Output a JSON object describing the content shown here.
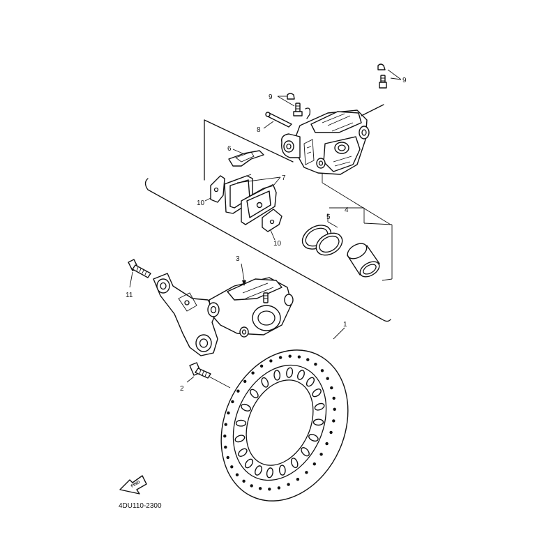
{
  "diagram_code": "4DU110-2300",
  "find_arrow_label": "FIND",
  "callouts": {
    "c1": "1",
    "c2": "2",
    "c3": "3",
    "c4": "4",
    "c5": "5",
    "c6": "6",
    "c7": "7",
    "c8": "8",
    "c9a": "9",
    "c9b": "9",
    "c10a": "10",
    "c10b": "10",
    "c11": "11"
  }
}
